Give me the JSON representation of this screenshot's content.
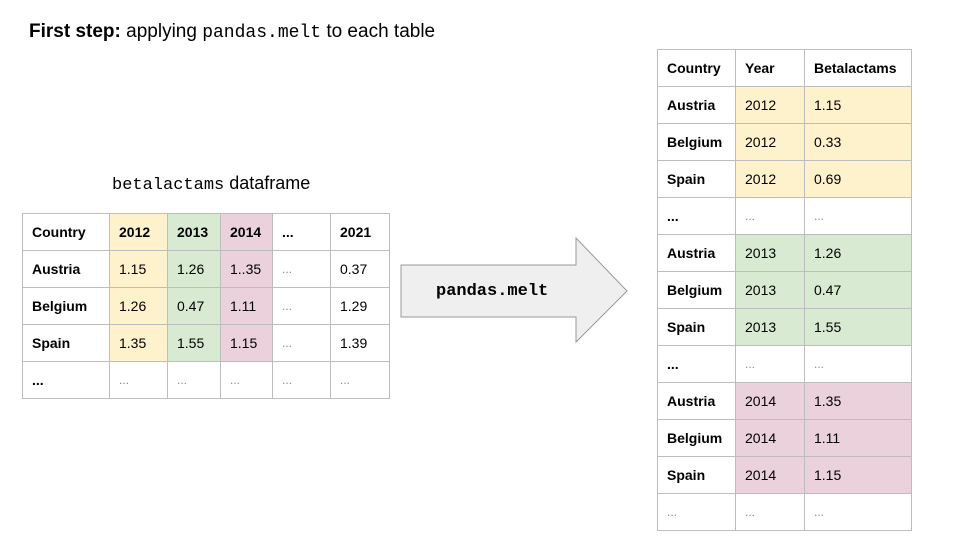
{
  "heading": {
    "bold": "First step:",
    "prefix": "applying",
    "code": "pandas.melt",
    "suffix": "to each table"
  },
  "wide": {
    "caption_code": "betalactams",
    "caption_text": "dataframe",
    "header": [
      "Country",
      "2012",
      "2013",
      "2014",
      "...",
      "2021"
    ],
    "rows": [
      [
        "Austria",
        "1.15",
        "1.26",
        "1..35",
        "...",
        "0.37"
      ],
      [
        "Belgium",
        "1.26",
        "0.47",
        "1.11",
        "...",
        "1.29"
      ],
      [
        "Spain",
        "1.35",
        "1.55",
        "1.15",
        "...",
        "1.39"
      ],
      [
        "...",
        "...",
        "...",
        "...",
        "...",
        "..."
      ]
    ]
  },
  "arrow": {
    "label": "pandas.melt"
  },
  "long": {
    "header": [
      "Country",
      "Year",
      "Betalactams"
    ],
    "rows": [
      [
        "Austria",
        "2012",
        "1.15"
      ],
      [
        "Belgium",
        "2012",
        "0.33"
      ],
      [
        "Spain",
        "2012",
        "0.69"
      ],
      [
        "...",
        "...",
        "..."
      ],
      [
        "Austria",
        "2013",
        "1.26"
      ],
      [
        "Belgium",
        "2013",
        "0.47"
      ],
      [
        "Spain",
        "2013",
        "1.55"
      ],
      [
        "...",
        "...",
        "..."
      ],
      [
        "Austria",
        "2014",
        "1.35"
      ],
      [
        "Belgium",
        "2014",
        "1.11"
      ],
      [
        "Spain",
        "2014",
        "1.15"
      ],
      [
        "...",
        "...",
        "..."
      ]
    ]
  },
  "colors": {
    "y2012": "#fef2cd",
    "y2013": "#d9ead3",
    "y2014": "#ead1dc",
    "border": "#bdbdbd",
    "arrow_fill": "#efefef",
    "arrow_stroke": "#999999"
  }
}
